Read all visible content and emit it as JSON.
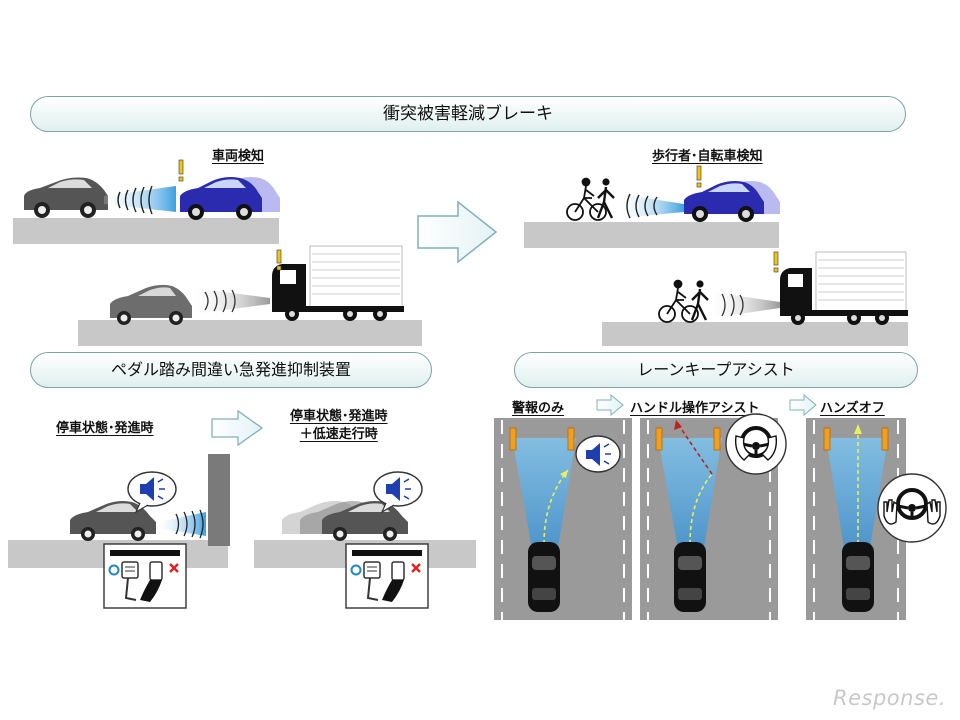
{
  "sections": {
    "aeb": {
      "title": "衝突被害軽減ブレーキ",
      "left_label": "車両検知",
      "right_label": "歩行者･自転車検知"
    },
    "pedal": {
      "title": "ペダル踏み間違い急発進抑制装置",
      "state1": "停車状態･発進時",
      "state2_line1": "停車状態･発進時",
      "state2_line2": "＋低速走行時"
    },
    "lka": {
      "title": "レーンキープアシスト",
      "step1": "警報のみ",
      "step2": "ハンドル操作アシスト",
      "step3": "ハンズオフ"
    }
  },
  "watermark": "Response.",
  "colors": {
    "pill_border": "#7fa3a8",
    "pill_fill": "#dff0ee",
    "ground": "#c8c8c8",
    "car_blue": "#2b2bb0",
    "sensor_blue": "#5fb4e6",
    "road_gray": "#9a9a9a",
    "lane_blue": "#4aa3d8",
    "warning_yellow": "#f0c419",
    "ok_blue": "#1e88c8",
    "ng_red": "#e02020"
  },
  "icons": [
    "warning-icon",
    "speaker-icon",
    "steering-wheel-icon",
    "hand-icon",
    "pedal-icon",
    "pedestrian-icon",
    "bicycle-icon",
    "truck-icon",
    "car-icon"
  ]
}
